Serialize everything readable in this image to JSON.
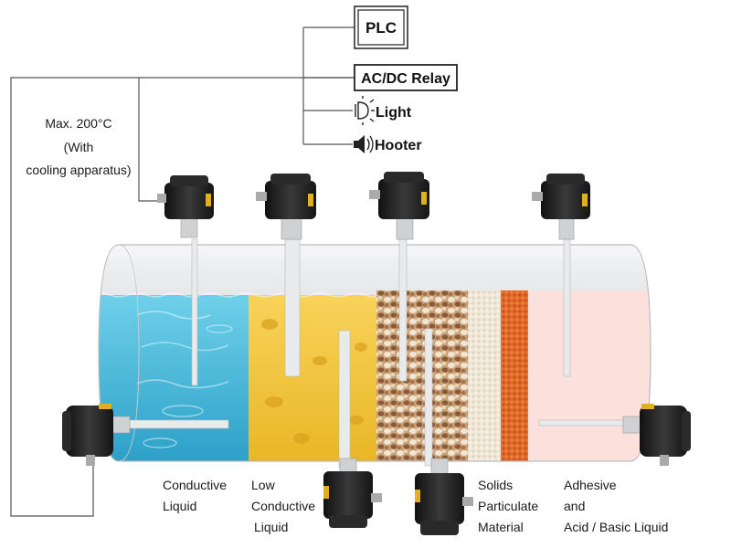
{
  "control_box": {
    "plc": "PLC",
    "relay": "AC/DC Relay",
    "light": "Light",
    "hooter": "Hooter"
  },
  "temperature_note": {
    "line1": "Max. 200°C",
    "line2": "(With",
    "line3": "cooling apparatus)"
  },
  "sections": [
    {
      "lines": [
        "Conductive",
        "Liquid"
      ]
    },
    {
      "lines": [
        "Low",
        "Conductive",
        "Liquid"
      ]
    },
    {
      "lines": [
        "Solids",
        "Particulate",
        "Material"
      ]
    },
    {
      "lines": [
        "Adhesive",
        "and",
        "Acid / Basic Liquid"
      ]
    }
  ],
  "colors": {
    "water": "#3cb6d8",
    "oil": "#f3c53a",
    "beans": "#c9a27a",
    "lentils": "#e2682a",
    "adhesive": "#fbe0dc",
    "tank": "#e4e6e8",
    "sensor_body": "#1f1f1f",
    "sensor_label": "#e0b020"
  },
  "icons": [
    "bulb-icon",
    "speaker-icon",
    "level-switch-icon"
  ]
}
